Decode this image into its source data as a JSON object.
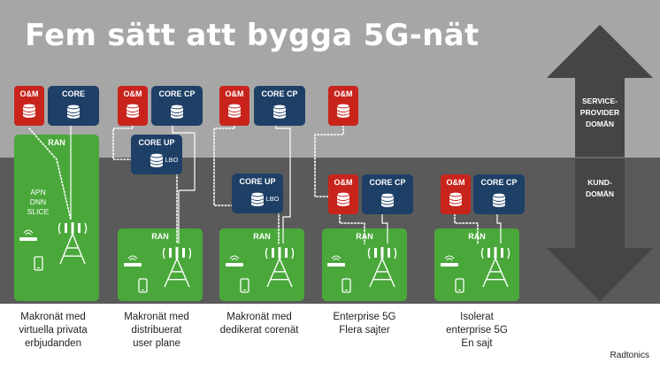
{
  "title": "Fem sätt att bygga 5G-nät",
  "arrow": {
    "top_label": [
      "SERVICE-",
      "PROVIDER",
      "DOMÄN"
    ],
    "bottom_label": [
      "KUND-",
      "DOMÄN"
    ]
  },
  "labels": {
    "om": "O&M",
    "core": "CORE",
    "core_cp": "CORE CP",
    "core_up": "CORE UP",
    "lbo": "LBO",
    "ran": "RAN",
    "apn": "APN",
    "dnn": "DNN",
    "slice": "SLICE"
  },
  "columns": [
    {
      "caption": [
        "Makronät med",
        "virtuella privata",
        "erbjudanden"
      ]
    },
    {
      "caption": [
        "Makronät med",
        "distribuerat",
        "user plane"
      ]
    },
    {
      "caption": [
        "Makronät med",
        "dedikerat corenät"
      ]
    },
    {
      "caption": [
        "Enterprise 5G",
        "Flera sajter"
      ]
    },
    {
      "caption": [
        "Isolerat",
        "enterprise 5G",
        "En sajt"
      ]
    }
  ],
  "brand": "Radtonics",
  "colors": {
    "provider_domain": "#a6a6a6",
    "customer_domain": "#5a5a5a",
    "om_red": "#c8241c",
    "core_blue": "#1e3f66",
    "ran_green": "#4aa83b",
    "arrow": "#454545"
  }
}
